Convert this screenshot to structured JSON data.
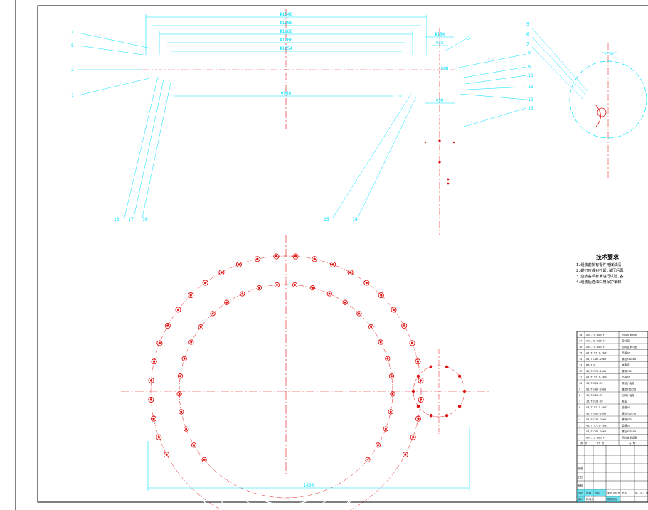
{
  "drawing": {
    "part_numbers": [
      "1",
      "2",
      "3",
      "4",
      "5",
      "6",
      "7",
      "8",
      "9",
      "10",
      "11",
      "12",
      "13",
      "14",
      "15",
      "16",
      "17",
      "18"
    ],
    "dimensions": {
      "d1": "Φ1540",
      "d2": "Φ1280",
      "d3": "Φ1160",
      "d4": "Φ1100",
      "d5": "Φ1054",
      "d6": "Φ960",
      "d7": "Φ164",
      "d8": "Φ32",
      "d9": "Φ88",
      "d10": "Φ90",
      "detail_dim": "2:50",
      "width": "1400"
    }
  },
  "tech_req": {
    "title": "技术要求",
    "lines": [
      "1.组装前所有零件用煤油清",
      "2.螺钉应成对拧紧,试压后再",
      "3.应按各项标准进行试验,各",
      "4.组装后进油口用保护罩封"
    ]
  },
  "bom": {
    "rows": [
      [
        "18",
        "GYL.ZS.009.F",
        "回转支承外圈"
      ],
      [
        "17",
        "GYL.ZS.008.F",
        "密封圈"
      ],
      [
        "16",
        "GYL.ZS.003.F",
        "回转支承内圈"
      ],
      [
        "15",
        "GB/T 97.1-2002",
        "垫圈16"
      ],
      [
        "14",
        "GB/T5782-2000",
        "螺栓M16X60"
      ],
      [
        "13",
        "BT4120",
        "减速机"
      ],
      [
        "12",
        "GB/T6170-2000",
        "螺母M16"
      ],
      [
        "11",
        "GB/T 97.1-2002",
        "垫圈16"
      ],
      [
        "10",
        "JB/T8728-92",
        "滚动小齿轮"
      ],
      [
        "9",
        "GB/T5782-2000",
        "螺栓M16X50"
      ],
      [
        "8",
        "JB/T8728-92",
        "回转小齿轮"
      ],
      [
        "7",
        "JB/T8728-92",
        "夹板"
      ],
      [
        "6",
        "GB/T 97.1-2002",
        "垫圈20"
      ],
      [
        "5",
        "GB/T5782-2000",
        "螺栓M20X70"
      ],
      [
        "4",
        "GB/T6170-2000",
        "螺母M20"
      ],
      [
        "3",
        "GB/T 97.1-2002",
        "垫圈20"
      ],
      [
        "2",
        "GB/T5782-2000",
        "螺栓M20X80"
      ],
      [
        "1",
        "GYL.ZS.006.F",
        "回转支承齿圈"
      ]
    ],
    "header": [
      "序 号",
      "代 号",
      "名 称"
    ]
  },
  "title_block": {
    "cells": [
      "标记",
      "处数",
      "分区",
      "更改文件号",
      "签名",
      "年、月、日",
      "设计",
      "标准化",
      "阶段标记",
      "审核",
      "工艺",
      "批准"
    ]
  }
}
